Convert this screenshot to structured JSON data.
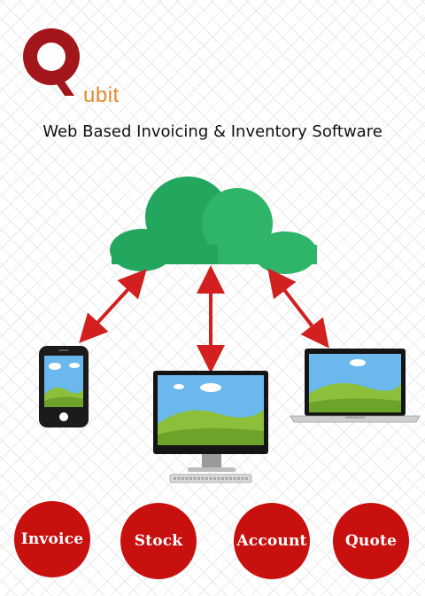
{
  "brand": {
    "logo_letter": "Q",
    "logo_text": "ubit"
  },
  "headline": "Web Based Invoicing & Inventory Software",
  "modules": [
    {
      "label": "Invoice"
    },
    {
      "label": "Stock"
    },
    {
      "label": "Account"
    },
    {
      "label": "Quote"
    }
  ],
  "colors": {
    "brand_red": "#c8100f",
    "cloud_green": "#2fb56a",
    "arrow_red": "#d21f1f",
    "logo_orange": "#e38a2b"
  },
  "icons": {
    "cloud": "cloud-icon",
    "phone": "smartphone-icon",
    "desktop": "desktop-icon",
    "laptop": "laptop-icon",
    "keyboard": "keyboard-icon"
  }
}
